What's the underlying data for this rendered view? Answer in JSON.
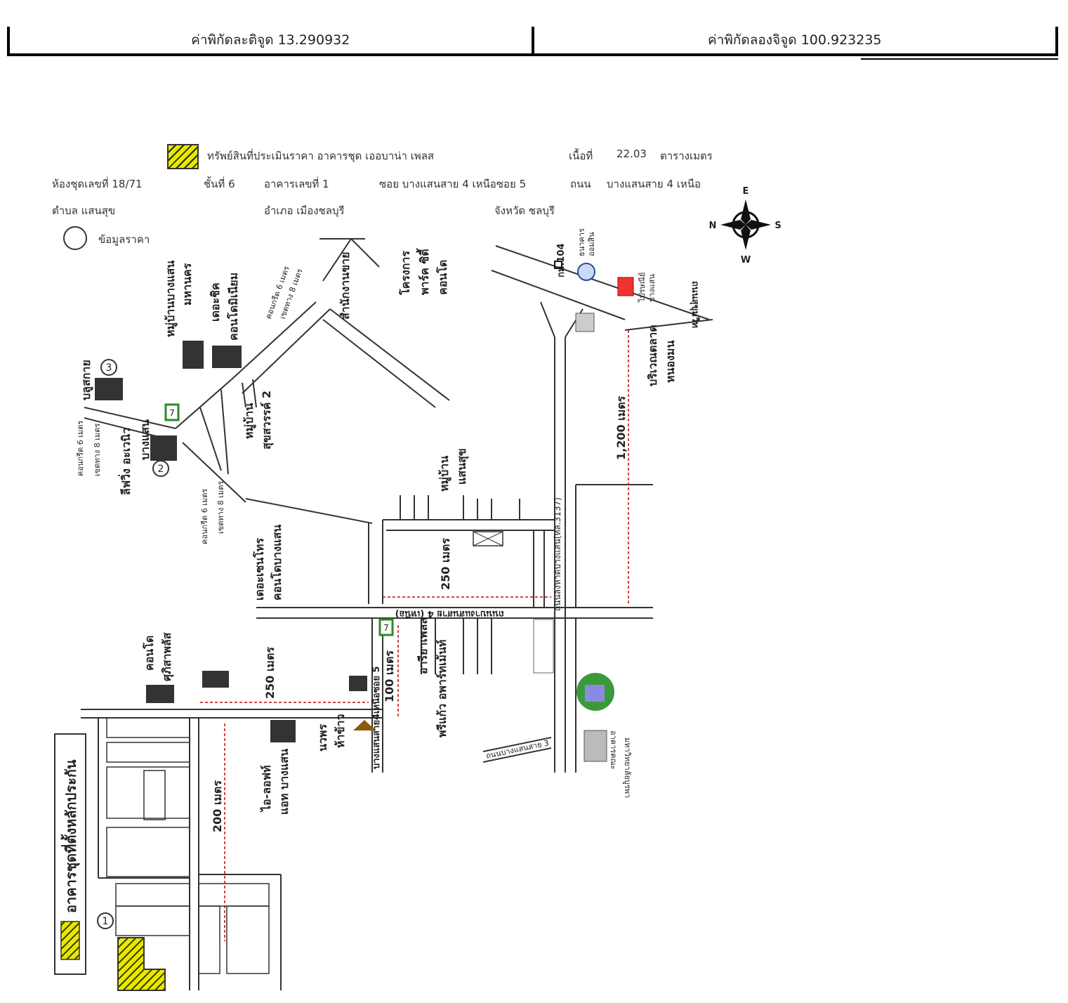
{
  "coordinates": {
    "latitude_label": "ค่าพิกัดละติจูด 13.290932",
    "longitude_label": "ค่าพิกัดลองจิจูด 100.923235"
  },
  "property": {
    "legend_label": "ทรัพย์สินที่ประเมินราคา อาคารชุด เออบาน่า เพลส",
    "area_label": "เนื้อที่",
    "area_value": "22.03",
    "area_unit": "ตารางเมตร",
    "unit_no": "ห้องชุดเลขที่ 18/71",
    "floor": "ชั้นที่ 6",
    "building_no": "อาคารเลขที่ 1",
    "soi": "ซอย บางแสนสาย 4 เหนือซอย 5",
    "road_label": "ถนน",
    "road_value": "บางแสนสาย 4 เหนือ",
    "subdistrict": "ตำบล แสนสุข",
    "district": "อำเภอ เมืองชลบุรี",
    "province": "จังหวัด ชลบุรี",
    "price_legend": "ข้อมูลราคา"
  },
  "compass": {
    "n": "N",
    "s": "S",
    "e": "E",
    "w": "W"
  },
  "map_labels": {
    "collateral_title": "อาคารชุดที่ตั้งหลักประกัน",
    "comp3": "บลูสกาย",
    "comp2_a": "ลีฟวิ่ง อะเวนิว",
    "comp2_b": "บางแสน",
    "condo_mahanakorn": "หมู่บ้านบางแสน",
    "mahanakorn2": "มหานคร",
    "the_chic": "เดอะชิค",
    "condo_minium": "คอนโดมิเนียม",
    "office": "สำนักงานขาย",
    "prakan": "โครงการ",
    "smart_city": "พาร์ค ซิตี้",
    "condo_kondo": "คอนโด",
    "sukhsawat": "หมู่บ้าน",
    "sukhsawat2": "สุขสวรรค์ 2",
    "saensuk_village": "หมู่บ้าน",
    "saensuk_village2": "แสนสุข",
    "the_sen": "เดอะเซนโทร",
    "condo_bangsaen": "คอนโดบางแสน",
    "dist_250_top": "250 เมตร",
    "dist_250_left": "250 เมตร",
    "dist_100": "100 เมตร",
    "dist_200": "200 เมตร",
    "dist_1200": "1,200 เมตร",
    "road_main": "ถนนบางแสนสาย 4 (เหนือ)",
    "soi5": "บางแสนสาย4เหนือซอย 5",
    "road_3137": "ถนนลงหาดบางแสน(ทล.3137)",
    "bangsaen3": "ถนนบางแสนสาย 3",
    "market": "บริเวณตลาด",
    "market2": "หนองมน",
    "university": "มหาวิทยาลัยบูรพา",
    "faculty": "อาคารคณะ",
    "iloft": "ไอ-ลอฟท์",
    "iloft2": "แอท บางแสน",
    "nawaporn": "นวพร",
    "nawaporn2": "ห้าข้าว",
    "areeya": "อารียาเพลส",
    "phraeo": "พรีแก้ว อพาร์ทเม้นท์",
    "condo_sukhsawat": "คอนโด",
    "condo_sukhsawat2": "ศุภิสาพลัส",
    "concrete_note": "คอนกรีต 6 เมตร",
    "width_note": "เขตทาง 8 เมตร",
    "sukhumvit": "ถนนสุขุมวิท",
    "km104": "กม.104",
    "bank": "ธนาคาร",
    "bank2": "ออมสิน",
    "post": "ไปรษณีย์",
    "post2": "บางแสน",
    "num1": "1",
    "num2": "2",
    "num3": "3"
  }
}
